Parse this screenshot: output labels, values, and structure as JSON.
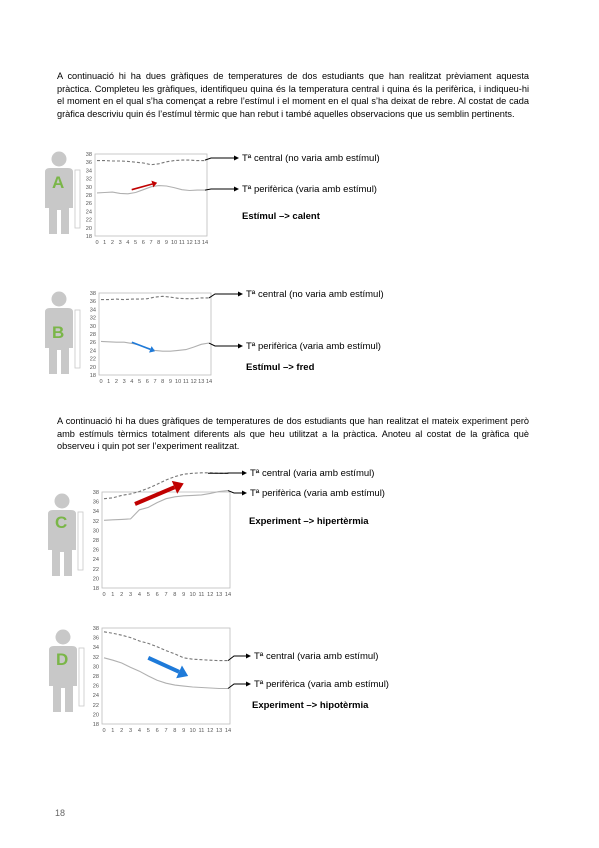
{
  "intro1": "A continuació hi ha dues gràfiques de temperatures de dos estudiants que han realitzat prèviament aquesta pràctica. Completeu les gràfiques, identifiqueu quina és la temperatura central i quina és la perifèrica, i indiqueu-hi el moment en el qual s’ha començat a rebre l’estímul i el moment en el qual s’ha deixat de rebre. Al costat de cada gràfica descriviu quin és l’estímul tèrmic que han rebut i també aquelles observacions que us semblin pertinents.",
  "intro2": "A continuació hi ha dues gràfiques de temperatures de dos estudiants que han realitzat el mateix experiment però amb estímuls tèrmics totalment diferents als que heu utilitzat a la pràctica. Anoteu al costat de la gràfica què observeu i quin pot ser l’experiment realitzat.",
  "page_number": "18",
  "colors": {
    "person": "#c8c8c8",
    "letter": "#7ab648",
    "arrow_hot": "#c00000",
    "arrow_cold": "#1e7ad9",
    "central_line": "#777777",
    "peripheral_line": "#b0b0b0"
  },
  "figures": [
    {
      "letter": "A",
      "central_label": "Tª central (no varia amb estímul)",
      "peripheral_label": "Tª perifèrica (varia amb estímul)",
      "stimulus": "Estímul  –> calent"
    },
    {
      "letter": "B",
      "central_label": "Tª central (no varia amb estímul)",
      "peripheral_label": "Tª perifèrica (varia amb estímul)",
      "stimulus": "Estímul  –> fred"
    },
    {
      "letter": "C",
      "central_label": "Tª central (varia amb estímul)",
      "peripheral_label": "Tª perifèrica (varia amb estímul)",
      "stimulus": "Experiment  –> hipertèrmia"
    },
    {
      "letter": "D",
      "central_label": "Tª central (varia amb estímul)",
      "peripheral_label": "Tª perifèrica (varia amb estímul)",
      "stimulus": "Experiment  –> hipotèrmia"
    }
  ],
  "chart_data": [
    {
      "type": "line",
      "x": [
        0,
        1,
        2,
        3,
        4,
        5,
        6,
        7,
        8,
        9,
        10,
        11,
        12,
        13,
        14
      ],
      "ylim": [
        18,
        38
      ],
      "y_ticks": [
        18,
        20,
        22,
        24,
        26,
        28,
        30,
        32,
        34,
        36,
        38
      ],
      "x_ticks": [
        0,
        1,
        2,
        3,
        4,
        5,
        6,
        7,
        8,
        9,
        10,
        11,
        12,
        13,
        14
      ],
      "series": [
        {
          "style": "dashed",
          "values": [
            36.4,
            36.4,
            36.3,
            36.3,
            36.2,
            36.0,
            35.8,
            35.4,
            35.6,
            36.1,
            36.4,
            36.5,
            36.5,
            36.4,
            36.4
          ]
        },
        {
          "style": "solid",
          "values": [
            28.5,
            28.6,
            28.7,
            28.4,
            28.3,
            28.6,
            29.3,
            30.0,
            30.3,
            30.2,
            29.8,
            29.3,
            29.1,
            29.2,
            29.2
          ]
        }
      ],
      "annotation_arrow": {
        "from": [
          4.5,
          29.3
        ],
        "to": [
          7.8,
          31.0
        ],
        "color": "hot"
      }
    },
    {
      "type": "line",
      "x": [
        0,
        1,
        2,
        3,
        4,
        5,
        6,
        7,
        8,
        9,
        10,
        11,
        12,
        13,
        14
      ],
      "ylim": [
        18,
        38
      ],
      "y_ticks": [
        18,
        20,
        22,
        24,
        26,
        28,
        30,
        32,
        34,
        36,
        38
      ],
      "x_ticks": [
        0,
        1,
        2,
        3,
        4,
        5,
        6,
        7,
        8,
        9,
        10,
        11,
        12,
        13,
        14
      ],
      "series": [
        {
          "style": "dashed",
          "values": [
            36.4,
            36.4,
            36.5,
            36.4,
            36.5,
            36.5,
            36.6,
            37.0,
            37.2,
            37.0,
            36.7,
            36.6,
            36.6,
            36.8,
            36.8
          ]
        },
        {
          "style": "solid",
          "values": [
            26.2,
            26.1,
            26.0,
            26.0,
            25.7,
            25.3,
            24.6,
            24.0,
            23.8,
            23.8,
            24.0,
            24.2,
            24.8,
            25.5,
            25.8
          ]
        }
      ],
      "annotation_arrow": {
        "from": [
          4.0,
          26.0
        ],
        "to": [
          7.0,
          23.8
        ],
        "color": "cold"
      }
    },
    {
      "type": "line",
      "x": [
        0,
        1,
        2,
        3,
        4,
        5,
        6,
        7,
        8,
        9,
        10,
        11,
        12,
        13,
        14
      ],
      "ylim": [
        18,
        38
      ],
      "y_ticks": [
        18,
        20,
        22,
        24,
        26,
        28,
        30,
        32,
        34,
        36,
        38
      ],
      "x_ticks": [
        0,
        1,
        2,
        3,
        4,
        5,
        6,
        7,
        8,
        9,
        10,
        11,
        12,
        13,
        14
      ],
      "series": [
        {
          "style": "dashed",
          "values": [
            36.6,
            36.8,
            37.3,
            37.6,
            38.1,
            38.8,
            39.6,
            40.5,
            41.2,
            41.7,
            41.9,
            42.0,
            42.0,
            41.9,
            41.9
          ]
        },
        {
          "style": "solid",
          "values": [
            32.1,
            32.2,
            32.3,
            32.4,
            34.3,
            34.8,
            35.8,
            36.6,
            37.0,
            37.2,
            37.3,
            37.4,
            37.7,
            38.1,
            38.3
          ]
        }
      ],
      "annotation_arrow": {
        "from": [
          3.5,
          35.5
        ],
        "to": [
          9.0,
          39.8
        ],
        "color": "hot"
      }
    },
    {
      "type": "line",
      "x": [
        0,
        1,
        2,
        3,
        4,
        5,
        6,
        7,
        8,
        9,
        10,
        11,
        12,
        13,
        14
      ],
      "ylim": [
        18,
        38
      ],
      "y_ticks": [
        18,
        20,
        22,
        24,
        26,
        28,
        30,
        32,
        34,
        36,
        38
      ],
      "x_ticks": [
        0,
        1,
        2,
        3,
        4,
        5,
        6,
        7,
        8,
        9,
        10,
        11,
        12,
        13,
        14
      ],
      "series": [
        {
          "style": "dashed",
          "values": [
            37.2,
            36.9,
            36.5,
            36.0,
            35.3,
            34.8,
            34.1,
            33.3,
            32.6,
            31.8,
            31.5,
            31.4,
            31.3,
            31.2,
            31.2
          ]
        },
        {
          "style": "solid",
          "values": [
            31.8,
            31.3,
            30.7,
            29.8,
            29.0,
            28.0,
            27.1,
            26.5,
            26.1,
            25.9,
            25.7,
            25.6,
            25.5,
            25.4,
            25.4
          ]
        }
      ],
      "annotation_arrow": {
        "from": [
          5.0,
          31.8
        ],
        "to": [
          9.5,
          28.0
        ],
        "color": "cold"
      }
    }
  ]
}
